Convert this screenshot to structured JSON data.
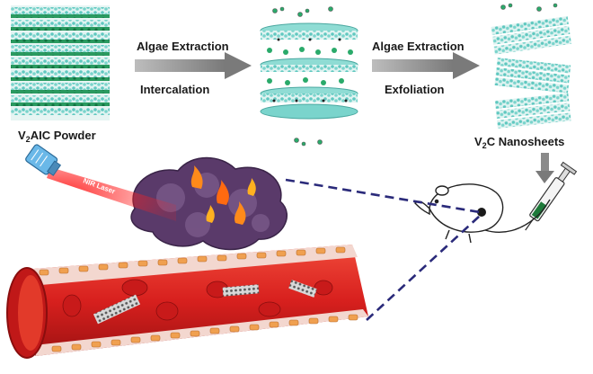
{
  "labels": {
    "powder_prefix": "V",
    "powder_sub": "2",
    "powder_suffix": "AIC Powder",
    "step1_top": "Algae Extraction",
    "step1_bottom": "Intercalation",
    "step2_top": "Algae Extraction",
    "step2_bottom": "Exfoliation",
    "nanosheets_prefix": "V",
    "nanosheets_sub": "2",
    "nanosheets_suffix": "C Nanosheets",
    "laser": "NIR Laser"
  },
  "colors": {
    "arrow": "#8a8a8a",
    "vessel": "#d8201e",
    "vessel_dark": "#9e1212",
    "cell": "#f0a050",
    "tumor": "#5a3a6a",
    "laser_beam": "#e01818",
    "dash_line": "#2a2a7a",
    "lattice_teal": "#5fc8c0",
    "lattice_green": "#1e8a50",
    "laser_head": "#6ab8e8"
  },
  "icons": [
    "laser-device-icon",
    "mouse-icon",
    "syringe-icon",
    "flame-icon",
    "nanosheet-icon"
  ]
}
